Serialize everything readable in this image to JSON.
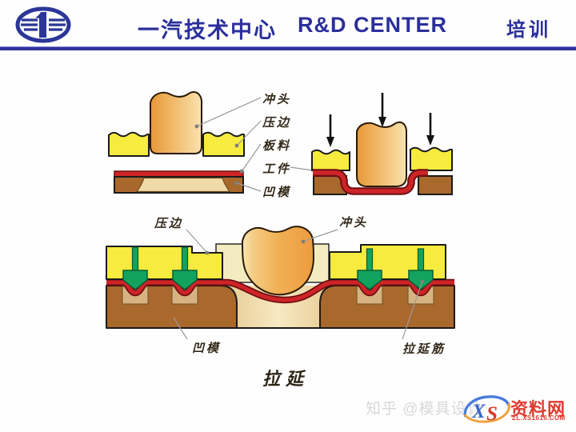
{
  "header": {
    "title_cn": "一汽技术中心",
    "title_en": "R&D CENTER",
    "right_label": "培训"
  },
  "diagram_open": {
    "labels": {
      "punch": "冲头",
      "binder": "压边",
      "sheet": "板料",
      "workpiece": "工件",
      "die": "凹模"
    }
  },
  "diagram_draw": {
    "labels": {
      "binder": "压边",
      "punch": "冲头",
      "die": "凹模",
      "draw_bead": "拉延筋"
    }
  },
  "caption": "拉延",
  "watermark": {
    "credit": "知乎 @模具设计",
    "logo_x": "X",
    "logo_s": "S",
    "site": "资料网",
    "url": "ZL.XS1616.COM"
  },
  "colors": {
    "accent_navy": "#2b2f9b",
    "binder_yellow": "#f6eb3e",
    "punch_orange": "#f0a64a",
    "sheet_red": "#ce2428",
    "die_brown": "#a9682c",
    "bead_green": "#12a45f",
    "cavity_tan": "#efd7a3",
    "watermark_red": "#e23a2e"
  }
}
